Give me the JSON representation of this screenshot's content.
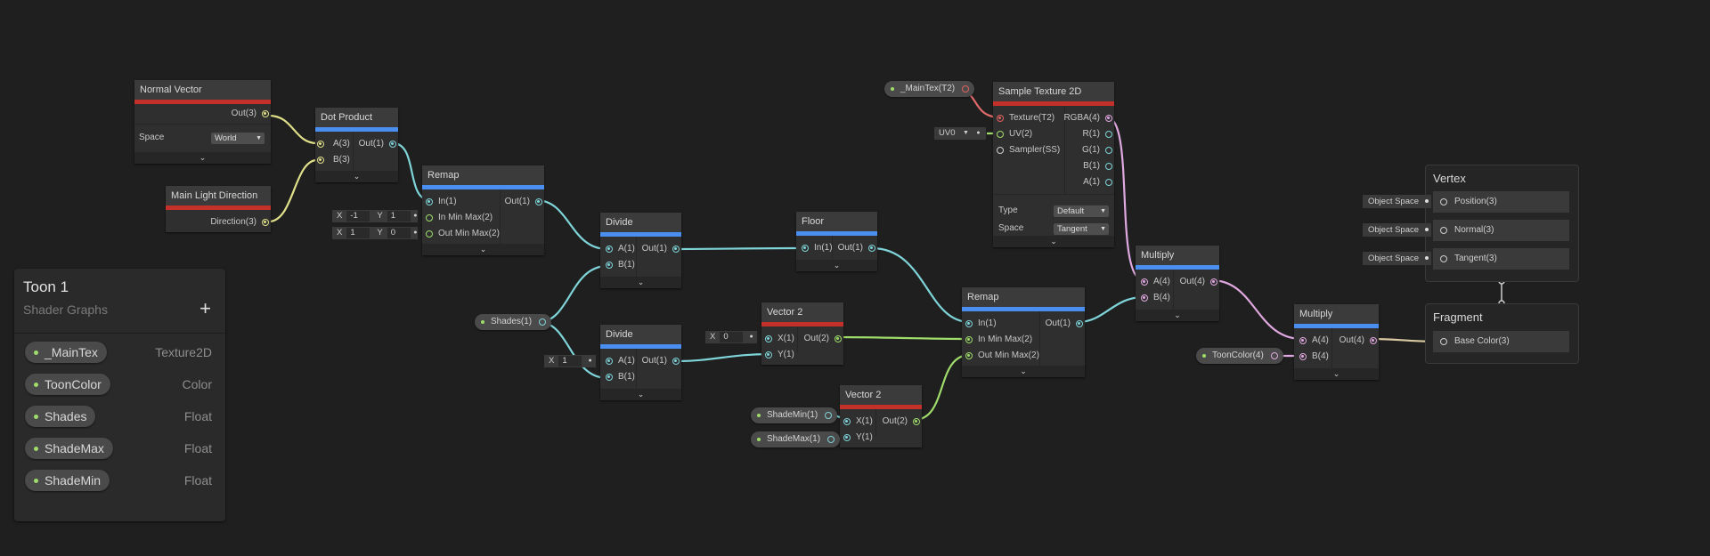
{
  "blackboard": {
    "title": "Toon 1",
    "subtitle": "Shader Graphs",
    "add_label": "+",
    "properties": [
      {
        "name": "_MainTex",
        "type": "Texture2D"
      },
      {
        "name": "ToonColor",
        "type": "Color"
      },
      {
        "name": "Shades",
        "type": "Float"
      },
      {
        "name": "ShadeMax",
        "type": "Float"
      },
      {
        "name": "ShadeMin",
        "type": "Float"
      }
    ]
  },
  "nodes": {
    "normal_vector": {
      "title": "Normal Vector",
      "out": "Out(3)",
      "space_label": "Space",
      "space_value": "World"
    },
    "main_light": {
      "title": "Main Light Direction",
      "out": "Direction(3)"
    },
    "dot_product": {
      "title": "Dot Product",
      "a": "A(3)",
      "b": "B(3)",
      "out": "Out(1)"
    },
    "remap1": {
      "title": "Remap",
      "in": "In(1)",
      "in_min_max": "In Min Max(2)",
      "out_min_max": "Out Min Max(2)",
      "out": "Out(1)"
    },
    "divide1": {
      "title": "Divide",
      "a": "A(1)",
      "b": "B(1)",
      "out": "Out(1)"
    },
    "divide2": {
      "title": "Divide",
      "a": "A(1)",
      "b": "B(1)",
      "out": "Out(1)"
    },
    "floor": {
      "title": "Floor",
      "in": "In(1)",
      "out": "Out(1)"
    },
    "vector2a": {
      "title": "Vector 2",
      "x": "X(1)",
      "y": "Y(1)",
      "out": "Out(2)"
    },
    "vector2b": {
      "title": "Vector 2",
      "x": "X(1)",
      "y": "Y(1)",
      "out": "Out(2)"
    },
    "remap2": {
      "title": "Remap",
      "in": "In(1)",
      "in_min_max": "In Min Max(2)",
      "out_min_max": "Out Min Max(2)",
      "out": "Out(1)"
    },
    "sample_tex": {
      "title": "Sample Texture 2D",
      "tex": "Texture(T2)",
      "uv": "UV(2)",
      "sampler": "Sampler(SS)",
      "rgba": "RGBA(4)",
      "r": "R(1)",
      "g": "G(1)",
      "b": "B(1)",
      "a": "A(1)",
      "type_label": "Type",
      "type_value": "Default",
      "space_label": "Space",
      "space_value": "Tangent"
    },
    "multiply1": {
      "title": "Multiply",
      "a": "A(4)",
      "b": "B(4)",
      "out": "Out(4)"
    },
    "multiply2": {
      "title": "Multiply",
      "a": "A(4)",
      "b": "B(4)",
      "out": "Out(4)"
    }
  },
  "inline_values": {
    "remap_in_x": "X",
    "remap_in_x_val": "-1",
    "remap_in_y": "Y",
    "remap_in_y_val": "1",
    "remap_out_x": "X",
    "remap_out_x_val": "1",
    "remap_out_y": "Y",
    "remap_out_y_val": "0",
    "divide_b_x": "X",
    "divide_b_x_val": "1",
    "vec2_x": "X",
    "vec2_x_val": "0",
    "uv_label": "UV0"
  },
  "pills": {
    "main_tex": "_MainTex(T2)",
    "shades": "Shades(1)",
    "toon_color": "ToonColor(4)",
    "shade_min": "ShadeMin(1)",
    "shade_max": "ShadeMax(1)"
  },
  "master": {
    "vertex_title": "Vertex",
    "vertex_slots": [
      "Position(3)",
      "Normal(3)",
      "Tangent(3)"
    ],
    "object_space": "Object Space",
    "fragment_title": "Fragment",
    "fragment_slots": [
      "Base Color(3)"
    ]
  },
  "colors": {
    "red": "#c4302a",
    "blue": "#4a8ef0",
    "yellow": "#e0e08a",
    "cyan": "#7ed4d8",
    "green": "#9fdc6a",
    "pink": "#e0a8e0"
  }
}
